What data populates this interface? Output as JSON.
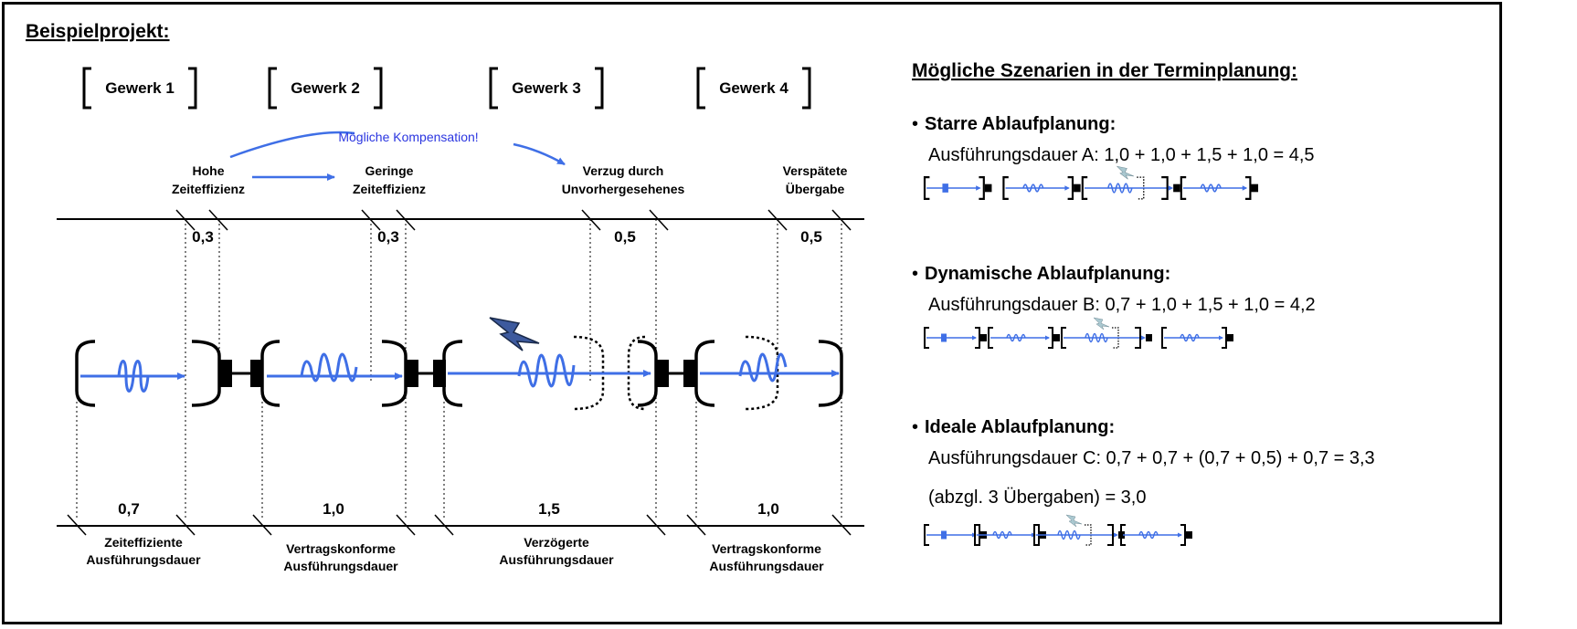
{
  "left": {
    "title": "Beispielprojekt:",
    "gewerke": [
      "Gewerk 1",
      "Gewerk 2",
      "Gewerk 3",
      "Gewerk 4"
    ],
    "compensation": "Mögliche Kompensation!",
    "events": [
      [
        "Hohe",
        "Zeiteffizienz"
      ],
      [
        "Geringe",
        "Zeiteffizienz"
      ],
      [
        "Verzug durch",
        "Unvorhergesehenes"
      ],
      [
        "Verspätete",
        "Übergabe"
      ]
    ],
    "gaps": [
      "0,3",
      "0,3",
      "0,5",
      "0,5"
    ],
    "durations": [
      "0,7",
      "1,0",
      "1,5",
      "1,0"
    ],
    "duration_labels": [
      [
        "Zeiteffiziente",
        "Ausführungsdauer"
      ],
      [
        "Vertragskonforme",
        "Ausführungsdauer"
      ],
      [
        "Verzögerte",
        "Ausführungsdauer"
      ],
      [
        "Vertragskonforme",
        "Ausführungsdauer"
      ]
    ]
  },
  "right": {
    "title": "Mögliche Szenarien in der Terminplanung:",
    "bullet": "•",
    "scenarios": [
      {
        "name": "Starre Ablaufplanung:",
        "formula": "Ausführungsdauer A: 1,0 + 1,0 + 1,5 + 1,0 = 4,5"
      },
      {
        "name": "Dynamische Ablaufplanung:",
        "formula": "Ausführungsdauer B: 0,7 + 1,0 + 1,5 + 1,0 = 4,2"
      },
      {
        "name": "Ideale Ablaufplanung:",
        "formula": "Ausführungsdauer C: 0,7 + 0,7 + (0,7 + 0,5) + 0,7 = 3,3",
        "extra": "(abzgl. 3 Übergaben) = 3,0"
      }
    ]
  },
  "colors": {
    "blue": "#3f6fe6",
    "bolt": "#3d5a9e",
    "bolt_light": "#aac8d0"
  }
}
